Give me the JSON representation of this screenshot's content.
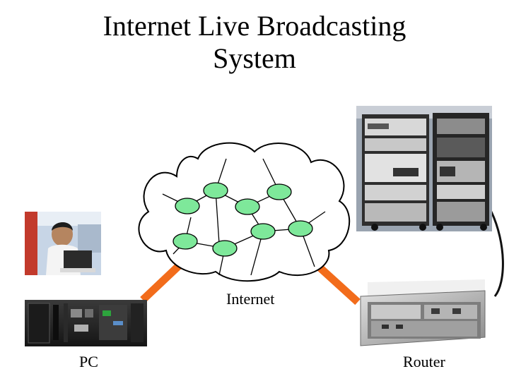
{
  "slide": {
    "title_line1": "Internet Live Broadcasting",
    "title_line2": "System"
  },
  "labels": {
    "internet": "Internet",
    "pc": "PC",
    "router": "Router"
  },
  "colors": {
    "cloud_fill": "#ffffff",
    "node_fill": "#7ee89a",
    "link_color": "#f26c1b",
    "rack_frame": "#2e2e2e"
  },
  "icons": {
    "cloud": "network-cloud-icon",
    "pc_photo": "person-at-laptop-photo",
    "pc_tower": "pc-tower-photo",
    "rack": "broadcast-rack-photo",
    "router": "router-photo"
  }
}
